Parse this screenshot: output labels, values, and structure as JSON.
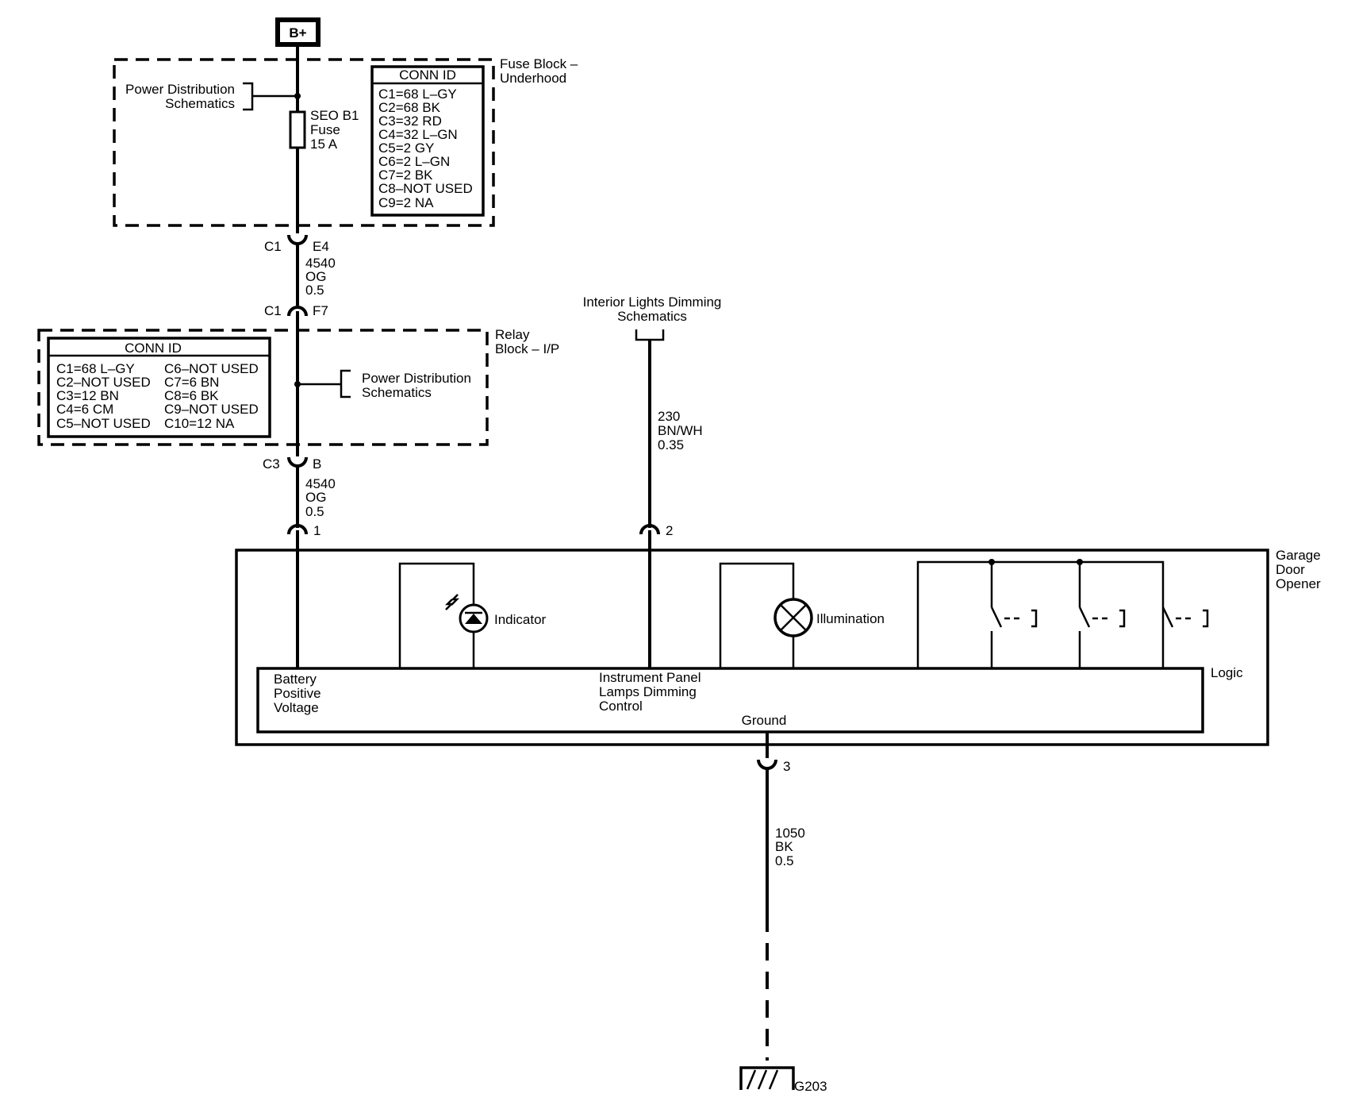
{
  "power_source": {
    "label": "B+"
  },
  "fuse_block": {
    "title": [
      "Fuse Block –",
      "Underhood"
    ],
    "ref_schematic": [
      "Power Distribution",
      "Schematics"
    ],
    "fuse": [
      "SEO B1",
      "Fuse",
      "15 A"
    ],
    "conn_id_title": "CONN ID",
    "conn_id": [
      "C1=68 L–GY",
      "C2=68 BK",
      "C3=32 RD",
      "C4=32 L–GN",
      "C5=2 GY",
      "C6=2 L–GN",
      "C7=2 BK",
      "C8–NOT USED",
      "C9=2 NA"
    ]
  },
  "connector_fb_out": {
    "connector": "C1",
    "pin": "E4"
  },
  "wire_4540_a": [
    "4540",
    "OG",
    "0.5"
  ],
  "connector_rb_in": {
    "connector": "C1",
    "pin": "F7"
  },
  "relay_block": {
    "title": [
      "Relay",
      "Block – I/P"
    ],
    "ref_schematic": [
      "Power Distribution",
      "Schematics"
    ],
    "conn_id_title": "CONN ID",
    "conn_id_left": [
      "C1=68 L–GY",
      "C2–NOT USED",
      "C3=12 BN",
      "C4=6 CM",
      "C5–NOT USED"
    ],
    "conn_id_right": [
      "C6–NOT USED",
      "C7=6 BN",
      "C8=6 BK",
      "C9–NOT USED",
      "C10=12 NA"
    ]
  },
  "connector_rb_out": {
    "connector": "C3",
    "pin": "B"
  },
  "wire_4540_b": [
    "4540",
    "OG",
    "0.5"
  ],
  "dimming_ref": [
    "Interior Lights Dimming",
    "Schematics"
  ],
  "wire_230": [
    "230",
    "BN/WH",
    "0.35"
  ],
  "pins": {
    "battery": "1",
    "dimming": "2",
    "ground": "3"
  },
  "module": {
    "title": [
      "Garage",
      "Door",
      "Opener"
    ],
    "logic": "Logic",
    "indicator": "Indicator",
    "illumination": "Illumination",
    "battery_input": [
      "Battery",
      "Positive",
      "Voltage"
    ],
    "dimming_input": [
      "Instrument Panel",
      "Lamps Dimming",
      "Control"
    ],
    "ground_label": "Ground"
  },
  "wire_1050": [
    "1050",
    "BK",
    "0.5"
  ],
  "ground": {
    "label": "G203"
  }
}
